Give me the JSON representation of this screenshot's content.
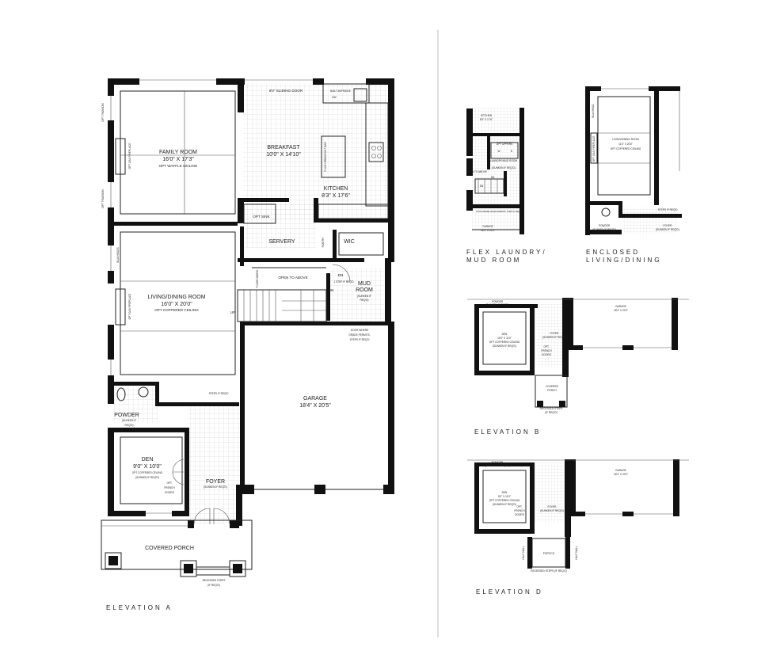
{
  "main_plan": {
    "family_room": {
      "name": "FAMILY ROOM",
      "dims": "16'0\" X 17'3\"",
      "note": "OPT WAFFLE CEILING"
    },
    "breakfast": {
      "name": "BREAKFAST",
      "dims": "10'0\" X 14'10\""
    },
    "kitchen": {
      "name": "KITCHEN",
      "dims": "8'3\" X 17'6\""
    },
    "sliding_door": "8'0\" SLIDING DOOR",
    "built_in": "BUILT-IN/FRIDGE",
    "dw": "DW",
    "flush_bar": "FLUSH BREAKFAST BAR",
    "opt_sink": "OPT SINK",
    "servery": "SERVERY",
    "pantry": "PANTRY",
    "wic": "WIC",
    "floor_above": "FLOOR ABOVE",
    "open_to_above": "OPEN TO ABOVE",
    "dn": "DN",
    "dn2": "DN",
    "up": "UP",
    "one_step": "1 STEP IF REQ'D",
    "mud_room": {
      "name1": "MUD",
      "name2": "ROOM",
      "note1": "(SUNKEN IF",
      "note2": "REQ'D)"
    },
    "door_grade": {
      "l1": "DOOR WHERE",
      "l2": "GRADE PERMITS,",
      "l3": "STEPS IF REQ'D"
    },
    "living": {
      "name": "LIVING/DINING ROOM",
      "dims": "16'0\" X 20'0\"",
      "note": "OPT COFFERED CEILING"
    },
    "garage": {
      "name": "GARAGE",
      "dims": "18'4\" X 20'5\""
    },
    "powder": {
      "name": "POWDER",
      "note1": "(SUNKEN IF",
      "note2": "REQ'D)"
    },
    "steps_req": "STEPS IF REQ'D",
    "den": {
      "name": "DEN",
      "dims": "9'0\" X 10'0\"",
      "note1": "OPT COFFERED CEILING",
      "note2": "(SUNKEN IF REQ'D)"
    },
    "french": {
      "l1": "OPT.",
      "l2": "FRENCH",
      "l3": "DOORS"
    },
    "foyer": {
      "name": "FOYER",
      "note": "(SUNKEN IF REQ'D)"
    },
    "covered_porch": "COVERED PORCH",
    "recessed": {
      "l1": "RECESSED STEPS",
      "l2": "(IF REQ'D)"
    },
    "opt_transom_1": "OPT TRANSOM",
    "opt_transom_2": "OPT TRANSOM",
    "opt_gas_fp_1": "OPT GAS FIREPLACE",
    "opt_gas_fp_2": "OPT GAS FIREPLACE",
    "bulkheads": "BULKHEADS"
  },
  "captions": {
    "elev_a": "ELEVATION A",
    "flex_1": "FLEX LAUNDRY/",
    "flex_2": "MUD ROOM",
    "enclosed_1": "ENCLOSED",
    "enclosed_2": "LIVING/DINING",
    "elev_b": "ELEVATION B",
    "elev_d": "ELEVATION D"
  },
  "flex_plan": {
    "kitchen": "KITCHEN",
    "kitchen_dims": "8'3\" X 17'6\"",
    "laundry": "LAUNDRY/MUD ROOM",
    "opt_upper": "OPT UPPERS",
    "sunken": "(SUNKEN IF REQ'D)",
    "open_above": "OPEN TO ABOVE",
    "door_where": "DOOR WHERE GRADE PERMITS, STEPS IF REQ'D",
    "garage": "GARAGE",
    "garage_dims": "18'4\" X 20'5\"",
    "dn": "DN",
    "dn2": "DN",
    "w": "W",
    "d": "D"
  },
  "enclosed_plan": {
    "living": "LIVING/DINING ROOM",
    "dims": "11'0\" X 20'0\"",
    "note": "OPT COFFERED CEILING",
    "fireplace": "OPT GAS FIREPLACE",
    "bulkhead": "BULKHEAD",
    "powder": "POWDER",
    "powder_note": "(SUNKEN IF REQ'D)",
    "foyer": "FOYER",
    "foyer_note": "(SUNKEN IF REQ'D)",
    "steps": "STEPS IF REQ'D"
  },
  "elev_b_plan": {
    "powder": "POWDER",
    "powder_note": "(SUNKEN IF REQ'D)",
    "den": "DEN",
    "den_dims": "10'0\" X 11'0\"",
    "den_note1": "OPT COFFERED CEILING",
    "den_note2": "(SUNKEN IF REQ'D)",
    "foyer": "FOYER",
    "foyer_note": "(SUNKEN IF REQ'D)",
    "french1": "OPT.",
    "french2": "FRENCH",
    "french3": "DOORS",
    "porch1": "COVERED",
    "porch2": "PORCH",
    "recessed1": "RECESSED STEPS",
    "recessed2": "(IF REQ'D)",
    "garage": "GARAGE",
    "garage_dims": "18'4\" X 20'2\""
  },
  "elev_d_plan": {
    "powder": "POWDER",
    "powder_note": "(SUNKEN IF REQ'D)",
    "den": "DEN",
    "den_dims": "9'0\" X 11'0\"",
    "den_note1": "OPT COFFERED CEILING",
    "den_note2": "(SUNKEN IF REQ'D)",
    "foyer": "FOYER",
    "foyer_note": "(SUNKEN IF REQ'D)",
    "french1": "OPT.",
    "french2": "FRENCH",
    "french3": "DOORS",
    "portico": "PORTICO",
    "halfwall1": "HALF WALL",
    "halfwall2": "HALF WALL",
    "recessed": "RECESSED STEPS (IF REQ'D)",
    "garage": "GARAGE",
    "garage_dims": "18'4\" X 20'2\""
  }
}
